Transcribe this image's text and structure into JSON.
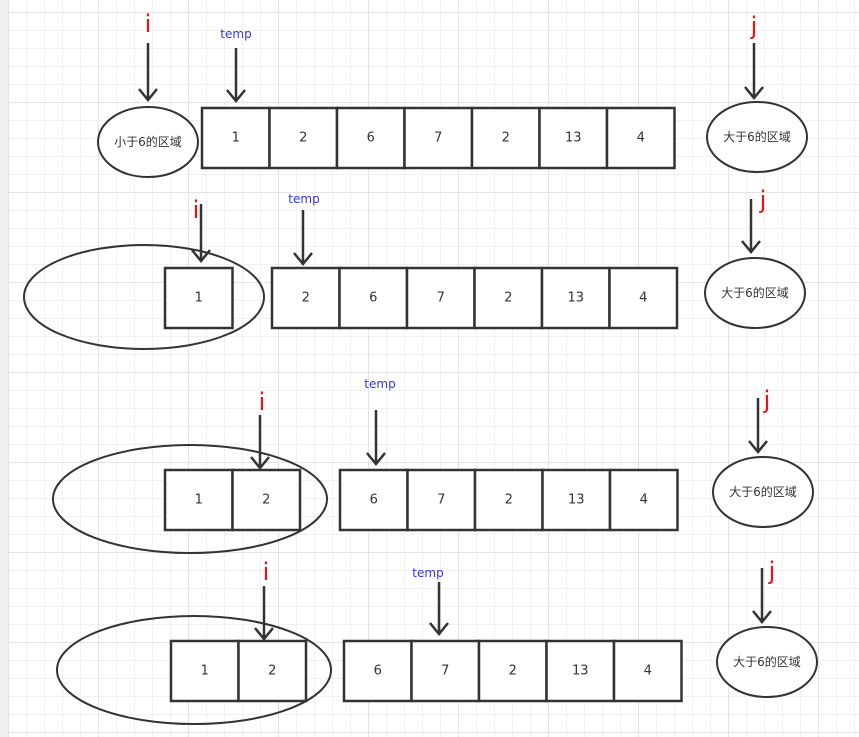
{
  "colors": {
    "pointer_ij": "#ee1111",
    "pointer_temp": "#3333ee",
    "stroke": "#333333"
  },
  "labels": {
    "i": "i",
    "j": "j",
    "temp": "temp",
    "less_region": "小于6的区域",
    "greater_region": "大于6的区域"
  },
  "steps": [
    {
      "step": 1,
      "less_region_values": [],
      "less_region_label": "小于6的区域",
      "remaining_values": [
        "1",
        "2",
        "6",
        "7",
        "2",
        "13",
        "4"
      ],
      "i_points_to": "less-region",
      "temp_points_to_index": 0,
      "greater_region_label": "大于6的区域"
    },
    {
      "step": 2,
      "less_region_values": [
        "1"
      ],
      "remaining_values": [
        "2",
        "6",
        "7",
        "2",
        "13",
        "4"
      ],
      "i_points_to_index": 0,
      "temp_points_to_index": 0,
      "greater_region_label": "大于6的区域"
    },
    {
      "step": 3,
      "less_region_values": [
        "1",
        "2"
      ],
      "remaining_values": [
        "6",
        "7",
        "2",
        "13",
        "4"
      ],
      "i_points_to_index": 1,
      "temp_points_to_index": 0,
      "greater_region_label": "大于6的区域"
    },
    {
      "step": 4,
      "less_region_values": [
        "1",
        "2"
      ],
      "remaining_values": [
        "6",
        "7",
        "2",
        "13",
        "4"
      ],
      "i_points_to_index": 1,
      "temp_points_to_index": 1,
      "greater_region_label": "大于6的区域"
    }
  ]
}
